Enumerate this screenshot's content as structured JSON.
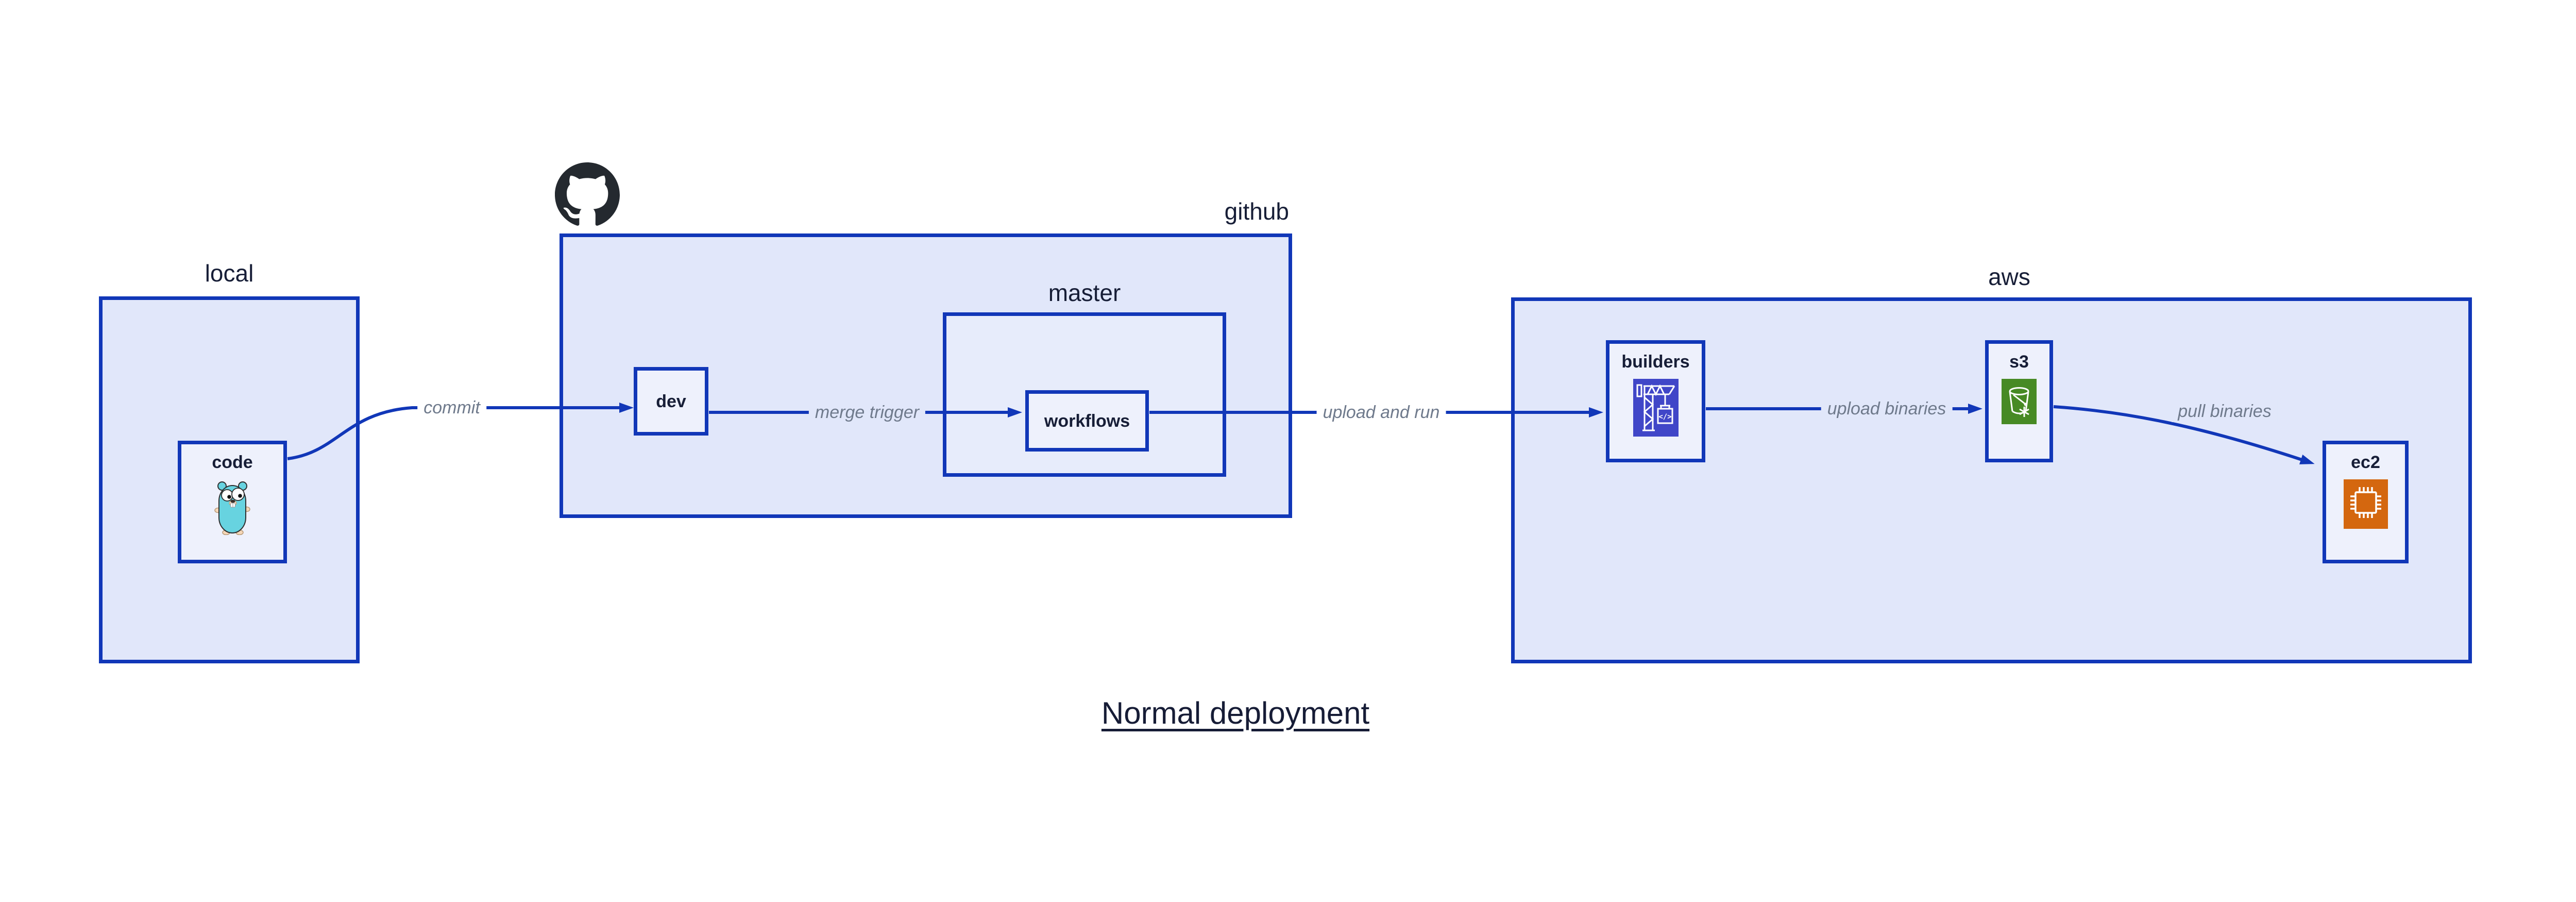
{
  "diagram": {
    "title": "Normal deployment",
    "containers": {
      "local": {
        "label": "local"
      },
      "github": {
        "label": "github"
      },
      "master": {
        "label": "master"
      },
      "aws": {
        "label": "aws"
      }
    },
    "nodes": {
      "code": {
        "label": "code",
        "icon": "go-gopher-icon"
      },
      "dev": {
        "label": "dev"
      },
      "workflows": {
        "label": "workflows"
      },
      "builders": {
        "label": "builders",
        "icon": "aws-codebuild-crane-icon",
        "glyph": "</>"
      },
      "s3": {
        "label": "s3",
        "icon": "aws-s3-glacier-bucket-icon"
      },
      "ec2": {
        "label": "ec2",
        "icon": "aws-ec2-chip-icon"
      }
    },
    "edges": [
      {
        "from": "code",
        "to": "dev",
        "label": "commit"
      },
      {
        "from": "dev",
        "to": "workflows",
        "label": "merge trigger"
      },
      {
        "from": "workflows",
        "to": "builders",
        "label": "upload and run"
      },
      {
        "from": "builders",
        "to": "s3",
        "label": "upload binaries"
      },
      {
        "from": "s3",
        "to": "ec2",
        "label": "pull binaries"
      }
    ],
    "icons": {
      "octocat": "github-octocat-icon"
    },
    "colors": {
      "line_and_border": "#1137b8",
      "container_fill": "#e1e7fa",
      "node_fill": "#eef1fc",
      "label_text": "#171e37",
      "edge_label_text": "#6f7a8c",
      "builders_icon_bg": "#4046c8",
      "s3_icon_bg": "#478a24",
      "ec2_icon_bg": "#d4670f",
      "octocat_color": "#24292f",
      "gopher_body": "#67d3e0"
    }
  }
}
